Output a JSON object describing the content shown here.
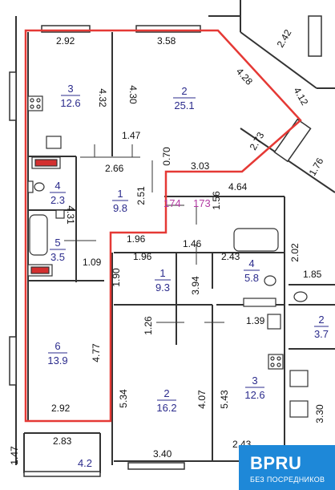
{
  "plan": {
    "dims": {
      "d1": "2.92",
      "d2": "3.58",
      "d3": "4.30",
      "d4": "4.28",
      "d5": "4.32",
      "d6": "2.42",
      "d7": "4.12",
      "d8": "2.73",
      "d9": "1.47",
      "d10": "0.70",
      "d11": "3.03",
      "d12": "1.76",
      "d13": "2.66",
      "d14": "2.51",
      "d15": "4.64",
      "d16": "4.31",
      "d17": "1.56",
      "d18": "1.96",
      "d19": "1.46",
      "d20": "2.02",
      "d21": "1.09",
      "d22": "1.96",
      "d23": "2.43",
      "d24": "1.85",
      "d25": "1.90",
      "d26": "3.94",
      "d27": "1.39",
      "d28": "4.77",
      "d29": "1.26",
      "d30": "5.34",
      "d31": "4.07",
      "d32": "5.43",
      "d33": "3.30",
      "d34": "2.92",
      "d35": "2.83",
      "d36": "3.40",
      "d37": "1.47",
      "d38": "2.43"
    },
    "rooms": {
      "r1": {
        "num": "3",
        "area": "12.6"
      },
      "r2": {
        "num": "2",
        "area": "25.1"
      },
      "r3": {
        "num": "4",
        "area": "2.3"
      },
      "r4": {
        "num": "1",
        "area": "9.8"
      },
      "r5": {
        "num": "5",
        "area": "3.5"
      },
      "r6": {
        "num": "6",
        "area": "13.9"
      },
      "r7": {
        "num": "",
        "area": "4.2"
      },
      "r8": {
        "num": "1",
        "area": "9.3"
      },
      "r9": {
        "num": "4",
        "area": "5.8"
      },
      "r10": {
        "num": "2",
        "area": "16.2"
      },
      "r11": {
        "num": "3",
        "area": "12.6"
      },
      "r12": {
        "num": "2",
        "area": "3.7"
      }
    },
    "apt_numbers": {
      "left": "174",
      "right": "173"
    },
    "colors": {
      "outline": "#e53935",
      "ink": "#2b2b8c",
      "apt": "#b33aa3",
      "wall": "#333333"
    }
  },
  "badge": {
    "logo": "BPRU",
    "tagline": "БЕЗ ПОСРЕДНИКОВ"
  }
}
